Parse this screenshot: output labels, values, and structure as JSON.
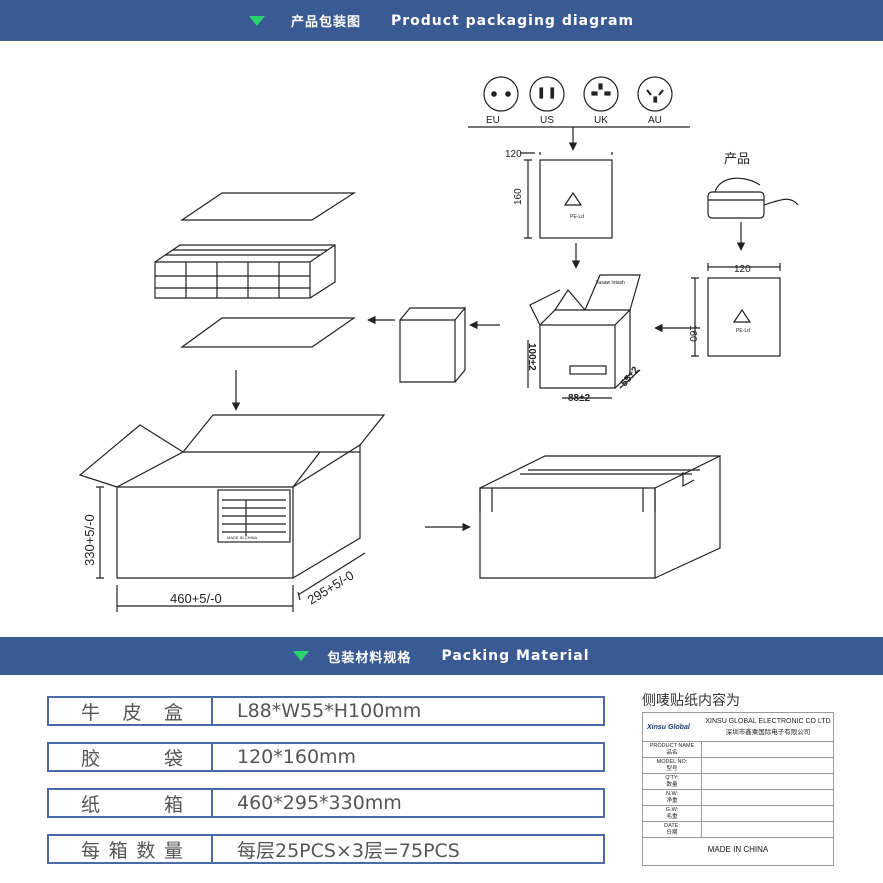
{
  "section1": {
    "cn": "产品包装图",
    "en": "Product packaging diagram"
  },
  "section2": {
    "cn": "包装材料规格",
    "en": "Packing Material"
  },
  "diagram": {
    "plugs": [
      "EU",
      "US",
      "UK",
      "AU"
    ],
    "product_label": "产品",
    "bag_width": "120",
    "bag_height": "160",
    "bag_code": "PE-Ld",
    "box_height": "100±2",
    "box_depth": "55±2",
    "box_width": "88±2",
    "box_tab": "Ilasaw iotash",
    "carton_height": "330+5/-0",
    "carton_width": "460+5/-0",
    "carton_depth": "295+5/-0",
    "carton_label_footer": "MADE IN CHINA"
  },
  "specs": [
    {
      "label": [
        "牛",
        "皮",
        "盒"
      ],
      "value": "L88*W55*H100mm"
    },
    {
      "label": [
        "胶",
        "袋"
      ],
      "value": "120*160mm"
    },
    {
      "label": [
        "纸",
        "箱"
      ],
      "value": "460*295*330mm"
    },
    {
      "label": [
        "每",
        "箱",
        "数",
        "量"
      ],
      "value": "每层25PCS×3层=75PCS"
    }
  ],
  "side_label": {
    "title": "侧唛贴纸内容为",
    "logo": "Xinsu Global",
    "company_en": "XINSU GLOBAL ELECTRONIC CO LTD",
    "company_cn": "深圳市鑫粟国际电子有限公司",
    "fields": [
      {
        "en": "PRODUCT NAME",
        "cn": "品名"
      },
      {
        "en": "MODEL NO:",
        "cn": "型号"
      },
      {
        "en": "Q'TY:",
        "cn": "数量"
      },
      {
        "en": "N.W:",
        "cn": "净重"
      },
      {
        "en": "G.W:",
        "cn": "毛重"
      },
      {
        "en": "DATE:",
        "cn": "日期"
      }
    ],
    "footer": "MADE IN CHINA"
  }
}
